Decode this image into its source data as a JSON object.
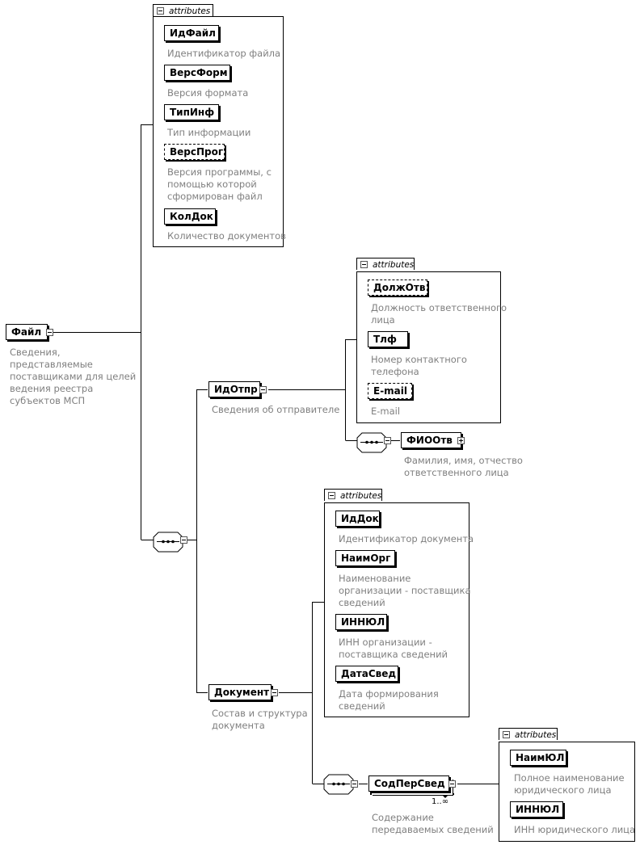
{
  "root": {
    "name": "Файл",
    "desc": [
      "Сведения,",
      "представляемые",
      "поставщиками для целей",
      "ведения реестра",
      "субъектов МСП"
    ]
  },
  "attr_tab_label": "attributes",
  "file_attrs": [
    {
      "name": "ИдФайл",
      "desc": [
        "Идентификатор файла"
      ],
      "optional": false
    },
    {
      "name": "ВерсФорм",
      "desc": [
        "Версия формата"
      ],
      "optional": false
    },
    {
      "name": "ТипИнф",
      "desc": [
        "Тип информации"
      ],
      "optional": false
    },
    {
      "name": "ВерсПрог",
      "desc": [
        "Версия программы, с",
        "помощью которой",
        "сформирован файл"
      ],
      "optional": true
    },
    {
      "name": "КолДок",
      "desc": [
        "Количество документов"
      ],
      "optional": false
    }
  ],
  "sender": {
    "name": "ИдОтпр",
    "desc": [
      "Сведения об отправителе"
    ]
  },
  "sender_attrs": [
    {
      "name": "ДолжОтв",
      "desc": [
        "Должность ответственного",
        "лица"
      ],
      "optional": true
    },
    {
      "name": "Тлф",
      "desc": [
        "Номер контактного",
        "телефона"
      ],
      "optional": false
    },
    {
      "name": "E-mail",
      "desc": [
        "E-mail"
      ],
      "optional": true
    }
  ],
  "fio": {
    "name": "ФИООтв",
    "desc": [
      "Фамилия, имя, отчество",
      "ответственного лица"
    ]
  },
  "document": {
    "name": "Документ",
    "desc": [
      "Состав и структура",
      "документа"
    ]
  },
  "doc_attrs": [
    {
      "name": "ИдДок",
      "desc": [
        "Идентификатор документа"
      ],
      "optional": false
    },
    {
      "name": "НаимОрг",
      "desc": [
        "Наименование",
        "организации - поставщика",
        "сведений"
      ],
      "optional": false
    },
    {
      "name": "ИННЮЛ",
      "desc": [
        "ИНН организации -",
        "поставщика сведений"
      ],
      "optional": false
    },
    {
      "name": "ДатаСвед",
      "desc": [
        "Дата формирования",
        "сведений"
      ],
      "optional": false
    }
  ],
  "content": {
    "name": "СодПерСвед",
    "desc": [
      "Содержание",
      "передаваемых сведений"
    ],
    "cardinality": "1..∞"
  },
  "content_attrs": [
    {
      "name": "НаимЮЛ",
      "desc": [
        "Полное наименование",
        "юридического лица"
      ],
      "optional": false
    },
    {
      "name": "ИННЮЛ",
      "desc": [
        "ИНН юридического лица"
      ],
      "optional": false
    }
  ]
}
